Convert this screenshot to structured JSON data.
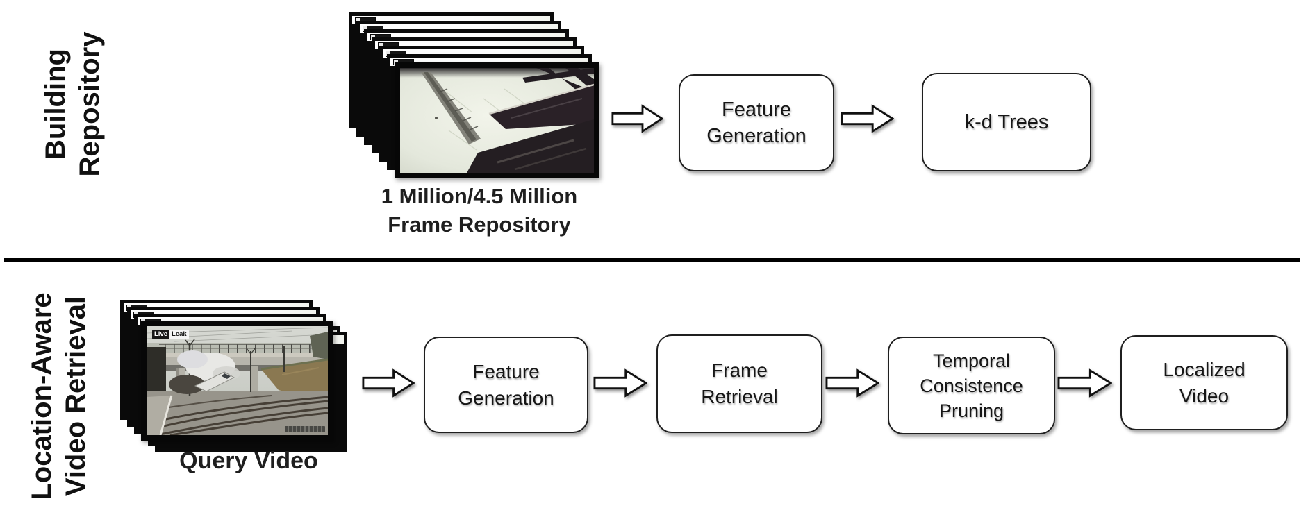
{
  "colors": {
    "text": "#1b1b1b",
    "box_fill": "#ffffff",
    "box_border": "#1f1f1f",
    "divider": "#000000",
    "frame_black": "#0a0a0a"
  },
  "building_repository": {
    "side_label": {
      "lines": [
        "Building",
        "Repository"
      ]
    },
    "video_stack": {
      "caption_lines": [
        "1 Million/4.5 Million",
        "Frame Repository"
      ]
    },
    "boxes": [
      {
        "lines": [
          "Feature",
          "Generation"
        ]
      },
      {
        "lines": [
          "k-d Trees"
        ]
      }
    ]
  },
  "retrieval": {
    "side_label": {
      "lines": [
        "Location-Aware",
        "Video Retrieval"
      ]
    },
    "video_stack": {
      "caption": "Query Video",
      "watermark": {
        "part1": "Live",
        "part2": "Leak"
      }
    },
    "boxes": [
      {
        "lines": [
          "Feature",
          "Generation"
        ]
      },
      {
        "lines": [
          "Frame",
          "Retrieval"
        ]
      },
      {
        "lines": [
          "Temporal",
          "Consistence",
          "Pruning"
        ]
      },
      {
        "lines": [
          "Localized",
          "Video"
        ]
      }
    ]
  }
}
